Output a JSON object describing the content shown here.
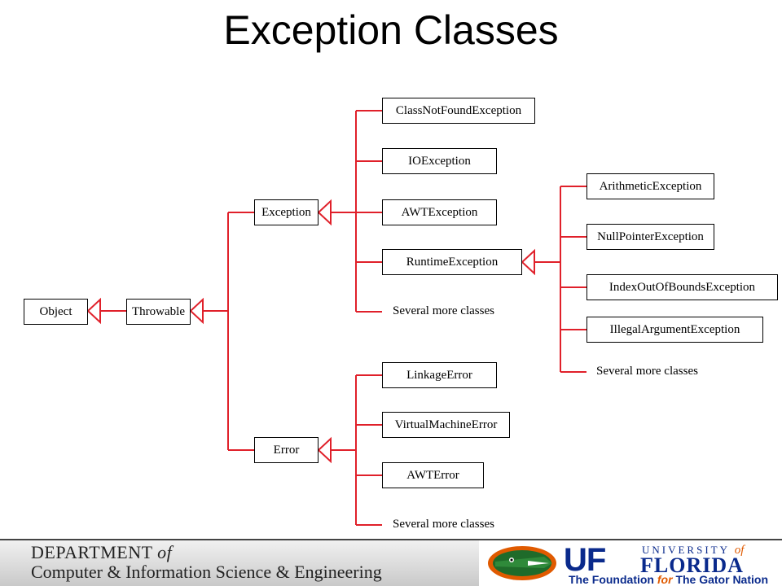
{
  "title": "Exception Classes",
  "diagram": {
    "nodes": {
      "object": "Object",
      "throwable": "Throwable",
      "exception": "Exception",
      "error": "Error",
      "class_not_found": "ClassNotFoundException",
      "io": "IOException",
      "awt_exception": "AWTException",
      "runtime": "RuntimeException",
      "arithmetic": "ArithmeticException",
      "null_pointer": "NullPointerException",
      "index_oob": "IndexOutOfBoundsException",
      "illegal_argument": "IllegalArgumentException",
      "linkage": "LinkageError",
      "virtual_machine": "VirtualMachineError",
      "awt_error": "AWTError"
    },
    "several_more": "Several more classes",
    "colors": {
      "connector": "#e0202a",
      "box_border": "#000000"
    }
  },
  "footer": {
    "dept_line1": "DEPARTMENT",
    "dept_of": "of",
    "dept_line2": "Computer & Information Science & Engineering",
    "uf_mark": "UF",
    "uf_university": "UNIVERSITY",
    "uf_of": "of",
    "uf_florida": "FLORIDA",
    "uf_tag_pre": "The Foundation",
    "uf_tag_for": "for",
    "uf_tag_post": "The Gator Nation"
  }
}
